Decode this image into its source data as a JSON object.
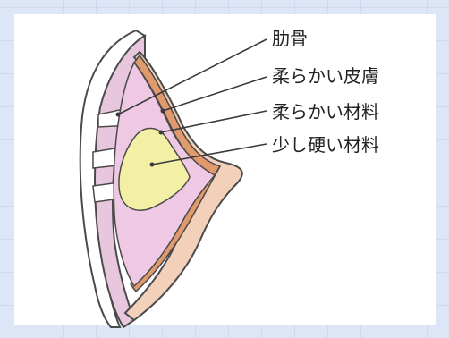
{
  "diagram": {
    "labels": [
      {
        "text": "肋骨"
      },
      {
        "text": "柔らかい皮膚"
      },
      {
        "text": "柔らかい材料"
      },
      {
        "text": "少し硬い材料"
      }
    ],
    "colors": {
      "background_grid": "#dde6f7",
      "panel": "#ffffff",
      "ribcage": "#e8c6de",
      "skin_outer": "#f3d0ba",
      "skin_band": "#e09a6c",
      "soft_material": "#efc9e4",
      "harder_material": "#f3f0a6",
      "outline": "#4a4a4a",
      "leader_line": "#3a3a3a"
    }
  }
}
